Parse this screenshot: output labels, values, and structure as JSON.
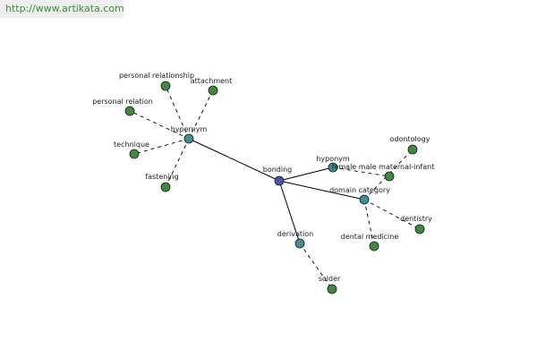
{
  "banner": {
    "url": "http://www.artikata.com"
  },
  "colors": {
    "center": "#4a55a8",
    "relation": "#3f8f96",
    "leaf": "#3f8a3f",
    "edge": "#000000",
    "node_stroke": "#1a1a1a"
  },
  "graph": {
    "nodes": [
      {
        "id": "bonding",
        "label": "bonding",
        "kind": "center"
      },
      {
        "id": "hypernym",
        "label": "hypernym",
        "kind": "relation"
      },
      {
        "id": "hyponym",
        "label": "hyponym",
        "kind": "relation"
      },
      {
        "id": "domain-category",
        "label": "domain category",
        "kind": "relation"
      },
      {
        "id": "derivation",
        "label": "derivation",
        "kind": "relation"
      },
      {
        "id": "personal-relationship",
        "label": "personal relationship",
        "kind": "leaf"
      },
      {
        "id": "attachment",
        "label": "attachment",
        "kind": "leaf"
      },
      {
        "id": "personal-relation",
        "label": "personal relation",
        "kind": "leaf"
      },
      {
        "id": "technique",
        "label": "technique",
        "kind": "leaf"
      },
      {
        "id": "fastening",
        "label": "fastening",
        "kind": "leaf"
      },
      {
        "id": "female-male-maternal-infant",
        "label": "female male maternal-infant",
        "kind": "leaf"
      },
      {
        "id": "odontology",
        "label": "odontology",
        "kind": "leaf"
      },
      {
        "id": "dentistry",
        "label": "dentistry",
        "kind": "leaf"
      },
      {
        "id": "dental-medicine",
        "label": "dental medicine",
        "kind": "leaf"
      },
      {
        "id": "solder",
        "label": "solder",
        "kind": "leaf"
      }
    ],
    "edges": [
      {
        "from": "bonding",
        "to": "hypernym",
        "style": "solid"
      },
      {
        "from": "bonding",
        "to": "hyponym",
        "style": "solid"
      },
      {
        "from": "bonding",
        "to": "domain-category",
        "style": "solid"
      },
      {
        "from": "bonding",
        "to": "derivation",
        "style": "solid"
      },
      {
        "from": "hypernym",
        "to": "personal-relationship",
        "style": "dashed"
      },
      {
        "from": "hypernym",
        "to": "attachment",
        "style": "dashed"
      },
      {
        "from": "hypernym",
        "to": "personal-relation",
        "style": "dashed"
      },
      {
        "from": "hypernym",
        "to": "technique",
        "style": "dashed"
      },
      {
        "from": "hypernym",
        "to": "fastening",
        "style": "dashed"
      },
      {
        "from": "hyponym",
        "to": "female-male-maternal-infant",
        "style": "dashed"
      },
      {
        "from": "domain-category",
        "to": "odontology",
        "style": "dashed"
      },
      {
        "from": "domain-category",
        "to": "dentistry",
        "style": "dashed"
      },
      {
        "from": "domain-category",
        "to": "dental-medicine",
        "style": "dashed"
      },
      {
        "from": "derivation",
        "to": "solder",
        "style": "dashed"
      }
    ]
  }
}
